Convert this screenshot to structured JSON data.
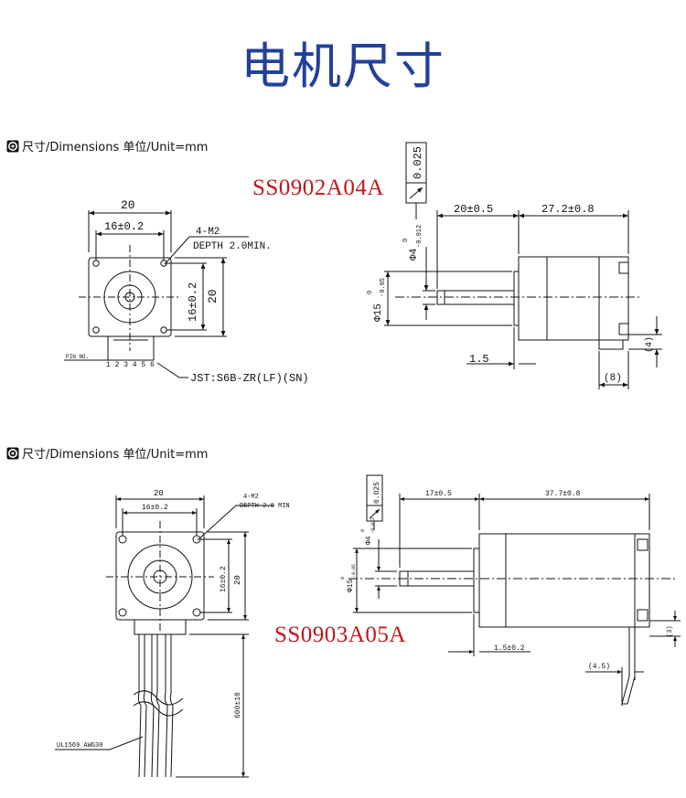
{
  "title": "电机尺寸",
  "section_label": "尺寸/Dimensions 单位/Unit=mm",
  "drawing1": {
    "model": "SS0902A04A",
    "width": "20",
    "hole_pitch": "16±0.2",
    "height": "20",
    "hole_pitch_v": "16±0.2",
    "thread": "4-M2",
    "depth": "DEPTH 2.0MIN.",
    "pin_no": "PIN NO.",
    "pins": "1 2 3 4 5 6",
    "connector": "JST:S6B-ZR(LF)(SN)",
    "tolerance": "0.025",
    "shaft_len": "20±0.5",
    "body_len": "27.2±0.8",
    "shaft_dia": "Φ4",
    "shaft_tol_up": "0",
    "shaft_tol_dn": "-0.012",
    "pilot_dia": "Φ15",
    "pilot_tol_up": "0",
    "pilot_tol_dn": "-0.05",
    "pilot_len": "1.5",
    "side1": "(4)",
    "side2": "(8)"
  },
  "drawing2": {
    "model": "SS0903A05A",
    "width": "20",
    "hole_pitch": "16±0.2",
    "height": "20",
    "hole_pitch_v": "16±0.2",
    "thread": "4-M2",
    "depth": "DEPTH 2.0 MIN",
    "lead_len": "600±10",
    "wire": "UL1569 AWG30",
    "tolerance": "0.025",
    "shaft_len": "17±0.5",
    "body_len": "37.7±0.8",
    "shaft_dia": "Φ4",
    "shaft_tol_up": "0",
    "shaft_tol_dn": "-0.012",
    "pilot_dia": "Φ15",
    "pilot_tol_up": "0",
    "pilot_tol_dn": "-0.05",
    "pilot_len": "1.5±0.2",
    "side1": "(3)",
    "side2": "(4.5)"
  }
}
